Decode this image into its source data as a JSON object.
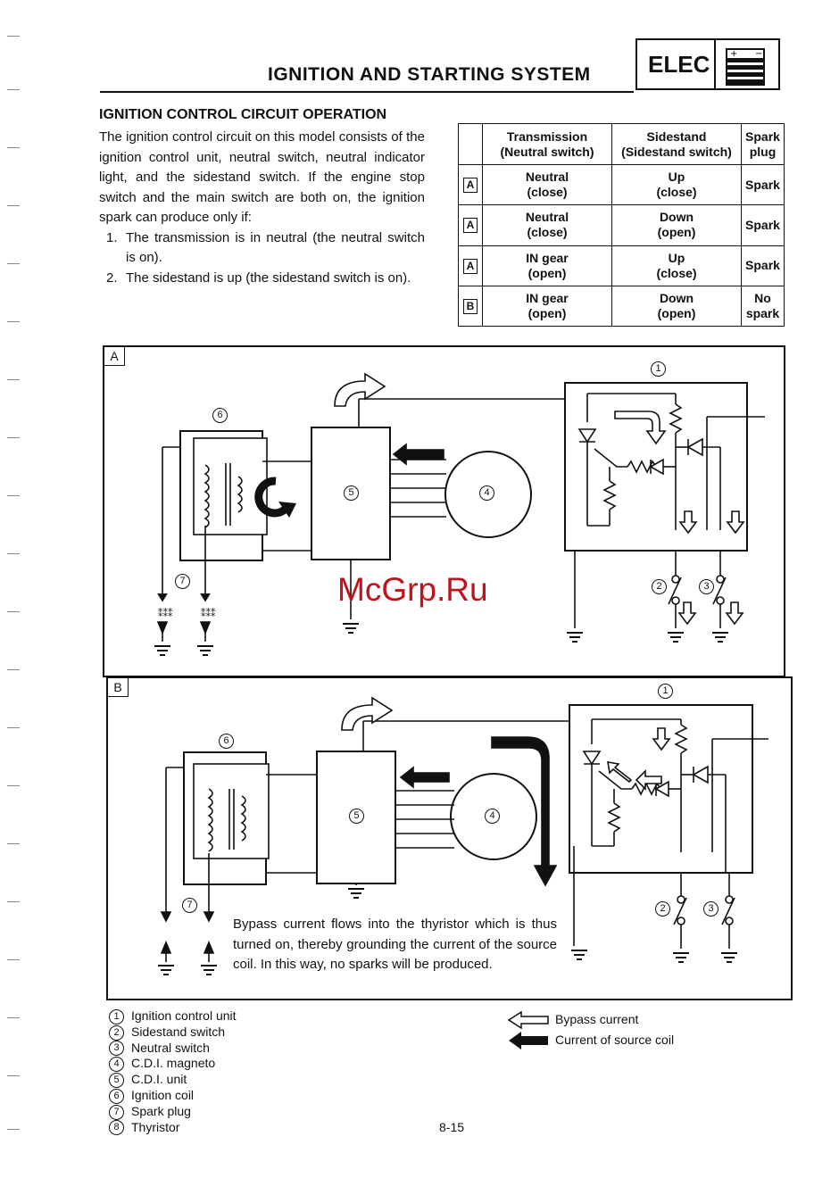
{
  "header": {
    "title": "IGNITION AND STARTING SYSTEM",
    "badge": "ELEC"
  },
  "section": {
    "heading": "IGNITION CONTROL CIRCUIT OPERATION",
    "intro": "The ignition control circuit on this model consists of the ignition control unit, neutral switch, neutral indicator light, and the sidestand switch. If the engine stop switch and the main switch are both on, the ignition spark can produce only if:",
    "conditions": [
      {
        "num": "1.",
        "text": "The transmission is in neutral (the neutral switch is on)."
      },
      {
        "num": "2.",
        "text": "The sidestand is up (the sidestand switch is on)."
      }
    ]
  },
  "table": {
    "headers": [
      {
        "line1": "Transmission",
        "line2": "(Neutral switch)"
      },
      {
        "line1": "Sidestand",
        "line2": "(Sidestand switch)"
      },
      {
        "line1": "Spark",
        "line2": "plug"
      }
    ],
    "rows": [
      {
        "case": "A",
        "trans1": "Neutral",
        "trans2": "(close)",
        "side1": "Up",
        "side2": "(close)",
        "spark1": "Spark",
        "spark2": ""
      },
      {
        "case": "A",
        "trans1": "Neutral",
        "trans2": "(close)",
        "side1": "Down",
        "side2": "(open)",
        "spark1": "Spark",
        "spark2": ""
      },
      {
        "case": "A",
        "trans1": "IN gear",
        "trans2": "(open)",
        "side1": "Up",
        "side2": "(close)",
        "spark1": "Spark",
        "spark2": ""
      },
      {
        "case": "B",
        "trans1": "IN gear",
        "trans2": "(open)",
        "side1": "Down",
        "side2": "(open)",
        "spark1": "No",
        "spark2": "spark"
      }
    ]
  },
  "diagrams": {
    "a_tag": "A",
    "b_tag": "B",
    "labels": {
      "n1": "1",
      "n2": "2",
      "n3": "3",
      "n4": "4",
      "n5": "5",
      "n6": "6",
      "n7": "7"
    },
    "note_b": "Bypass current flows into the thyristor which is thus turned on, thereby grounding the current of the source coil. In this way, no sparks will be produced."
  },
  "legend": [
    {
      "num": "1",
      "text": "Ignition control unit"
    },
    {
      "num": "2",
      "text": "Sidestand switch"
    },
    {
      "num": "3",
      "text": "Neutral switch"
    },
    {
      "num": "4",
      "text": "C.D.I. magneto"
    },
    {
      "num": "5",
      "text": "C.D.I. unit"
    },
    {
      "num": "6",
      "text": "Ignition coil"
    },
    {
      "num": "7",
      "text": "Spark plug"
    },
    {
      "num": "8",
      "text": "Thyristor"
    }
  ],
  "arrow_legend": {
    "bypass": "Bypass current",
    "source": "Current of source coil"
  },
  "page_number": "8-15",
  "watermark": "McGrp.Ru",
  "colors": {
    "ink": "#111111",
    "watermark": "#c1121c"
  }
}
